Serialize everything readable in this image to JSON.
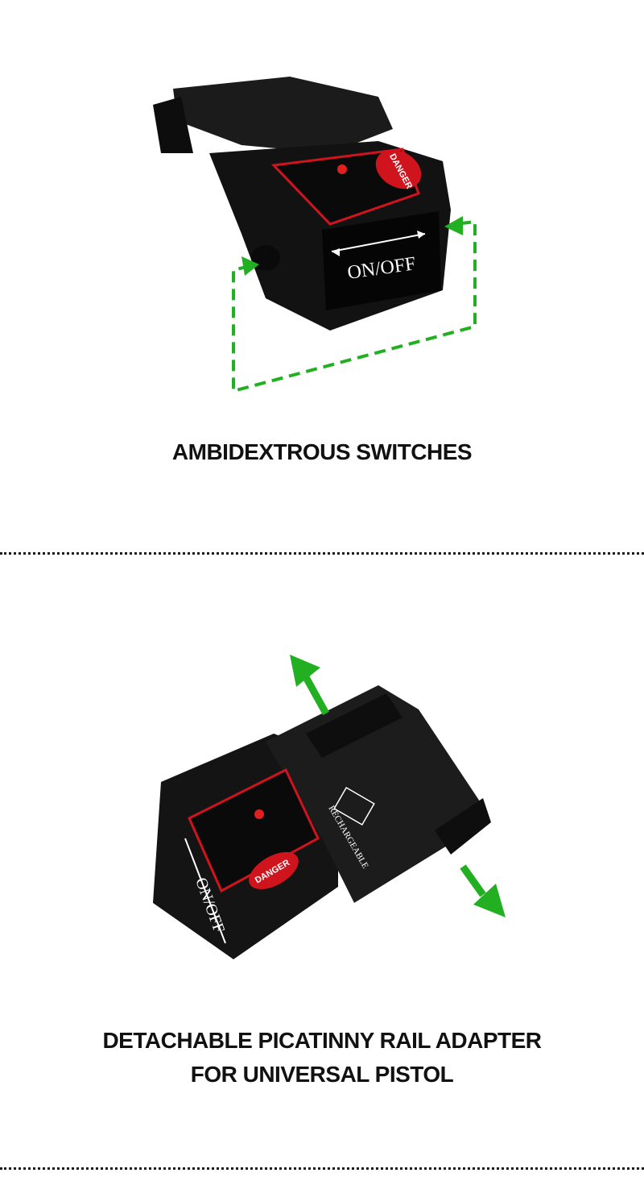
{
  "feature_1": {
    "title": "AMBIDEXTROUS SWITCHES",
    "label_danger": "DANGER",
    "label_switch": "ON/OFF"
  },
  "feature_2": {
    "title_line_1": "DETACHABLE PICATINNY RAIL ADAPTER",
    "title_line_2": "FOR UNIVERSAL PISTOL",
    "label_danger": "DANGER",
    "label_switch": "ON/OFF",
    "label_recharge": "RECHARGEABLE"
  },
  "colors": {
    "arrow_green": "#22b022",
    "body_black": "#111111",
    "label_red": "#d0141e",
    "divider": "#1a1a1a"
  }
}
